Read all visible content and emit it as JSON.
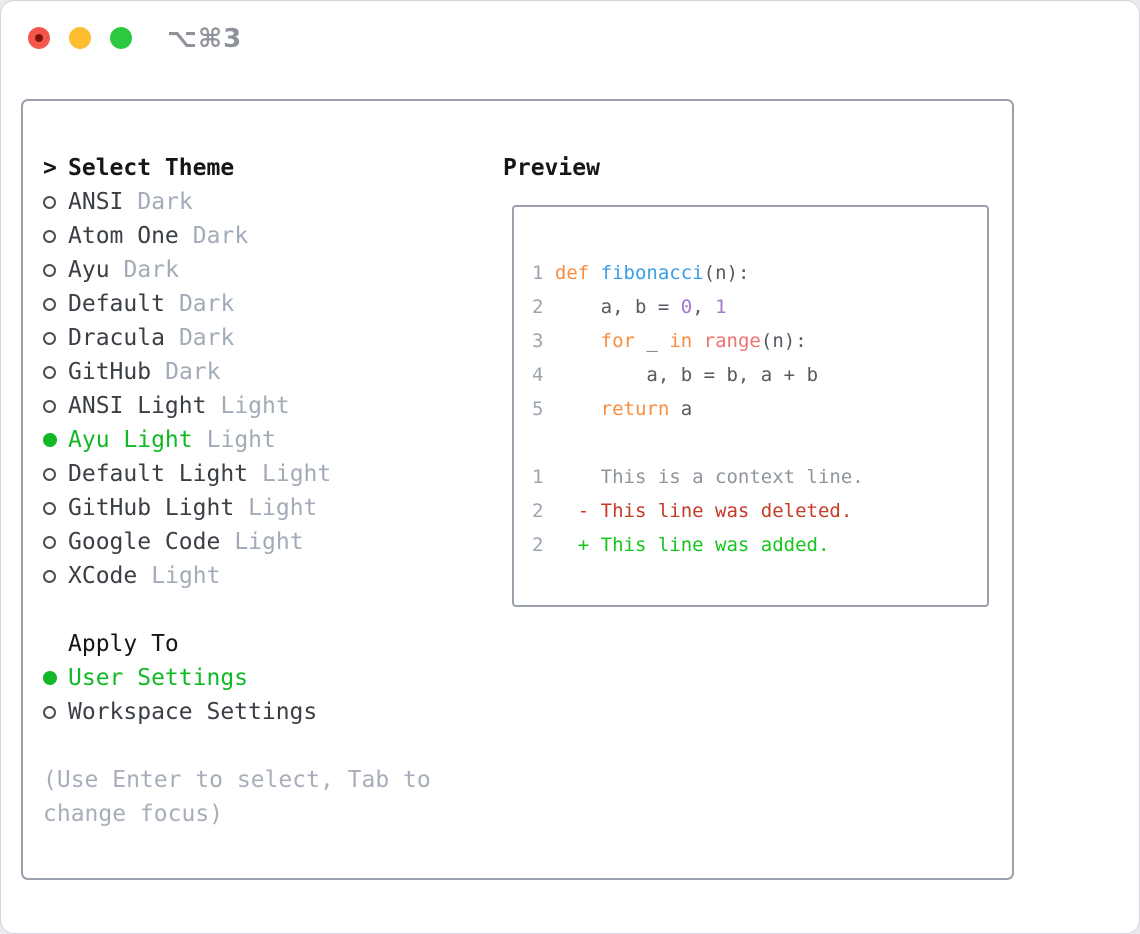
{
  "window": {
    "title": "⌥⌘3",
    "traffic_lights": [
      "close",
      "minimize",
      "zoom"
    ]
  },
  "colors": {
    "green": "#12b826",
    "gutter": "#9aa4ae",
    "panel_border": "#9aa1ac",
    "syntax": {
      "kw": "#fa8d3e",
      "fn": "#399ee6",
      "num": "#a37acc",
      "sp": "#f07171",
      "pl": "#545a61"
    },
    "diff": {
      "context": "#8e959d",
      "deleted": "#c63a26",
      "added": "#12c71c"
    }
  },
  "theme_list": {
    "header_prefix": ">",
    "header": "Select Theme",
    "items": [
      {
        "name": "ANSI",
        "tag": "Dark",
        "selected": false
      },
      {
        "name": "Atom One",
        "tag": "Dark",
        "selected": false
      },
      {
        "name": "Ayu",
        "tag": "Dark",
        "selected": false
      },
      {
        "name": "Default",
        "tag": "Dark",
        "selected": false
      },
      {
        "name": "Dracula",
        "tag": "Dark",
        "selected": false
      },
      {
        "name": "GitHub",
        "tag": "Dark",
        "selected": false
      },
      {
        "name": "ANSI Light",
        "tag": "Light",
        "selected": false
      },
      {
        "name": "Ayu Light",
        "tag": "Light",
        "selected": true
      },
      {
        "name": "Default Light",
        "tag": "Light",
        "selected": false
      },
      {
        "name": "GitHub Light",
        "tag": "Light",
        "selected": false
      },
      {
        "name": "Google Code",
        "tag": "Light",
        "selected": false
      },
      {
        "name": "XCode",
        "tag": "Light",
        "selected": false
      }
    ]
  },
  "apply_to": {
    "header": "Apply To",
    "options": [
      {
        "label": "User Settings",
        "selected": true
      },
      {
        "label": "Workspace Settings",
        "selected": false
      }
    ]
  },
  "help_text": "(Use Enter to select, Tab to change focus)",
  "preview": {
    "header": "Preview",
    "code_lines": [
      {
        "num": "1",
        "tokens": [
          [
            "def ",
            "kw"
          ],
          [
            "fibonacci",
            "fn"
          ],
          [
            "(n):",
            "pl"
          ]
        ]
      },
      {
        "num": "2",
        "tokens": [
          [
            "    a, b = ",
            "pl"
          ],
          [
            "0",
            "num"
          ],
          [
            ", ",
            "pl"
          ],
          [
            "1",
            "num"
          ]
        ]
      },
      {
        "num": "3",
        "tokens": [
          [
            "    ",
            "pl"
          ],
          [
            "for",
            "kw"
          ],
          [
            " _ ",
            "pl"
          ],
          [
            "in",
            "kw"
          ],
          [
            " ",
            "pl"
          ],
          [
            "range",
            "sp"
          ],
          [
            "(n):",
            "pl"
          ]
        ]
      },
      {
        "num": "4",
        "tokens": [
          [
            "        a, b = b, a + b",
            "pl"
          ]
        ]
      },
      {
        "num": "5",
        "tokens": [
          [
            "    ",
            "pl"
          ],
          [
            "return",
            "kw"
          ],
          [
            " a",
            "pl"
          ]
        ]
      }
    ],
    "diff_lines": [
      {
        "num": "1",
        "sign": "",
        "text": "This is a context line.",
        "kind": "context"
      },
      {
        "num": "2",
        "sign": "-",
        "text": "This line was deleted.",
        "kind": "deleted"
      },
      {
        "num": "2",
        "sign": "+",
        "text": "This line was added.",
        "kind": "added"
      }
    ]
  }
}
